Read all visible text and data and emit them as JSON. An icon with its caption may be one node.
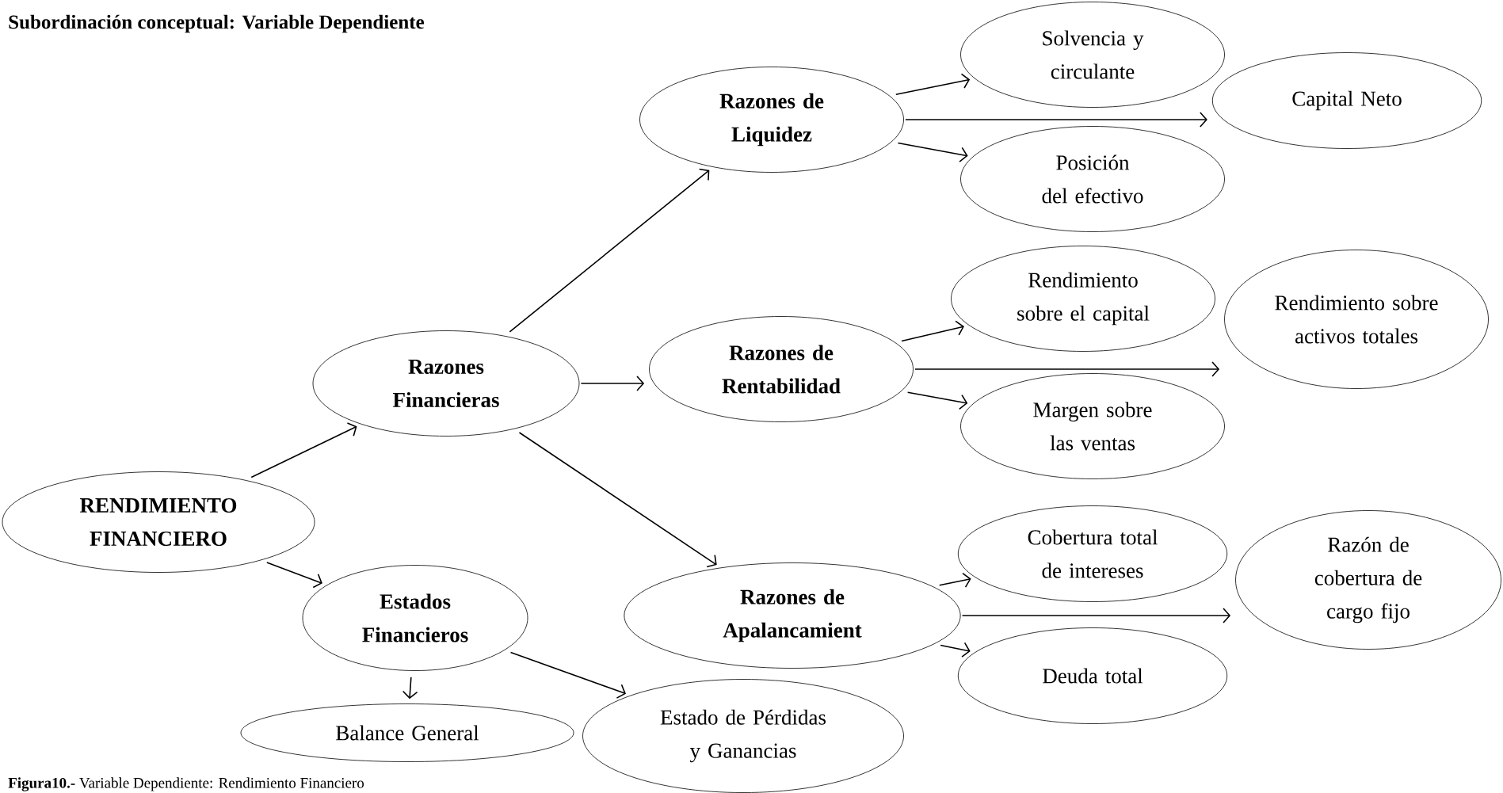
{
  "diagram": {
    "title": "Subordinación conceptual: Variable Dependiente",
    "caption": "**Figura10.-** Variable Dependiente: Rendimiento Financiero",
    "nodes": [
      {
        "text": [
          "RENDIMIENTO FINANCIERO"
        ]
      },
      {
        "text": [
          "Razones Financieras"
        ]
      },
      {
        "text": [
          "Estados Financieros"
        ]
      },
      {
        "text": [
          "Balance General"
        ]
      },
      {
        "text": [
          "Estado de Pérdidas y Ganancias"
        ]
      },
      {
        "text": [
          "Razones de Liquidez"
        ]
      },
      {
        "text": [
          "Razones de Rentabilidad"
        ]
      },
      {
        "text": [
          "Razones de Apalancamient"
        ]
      },
      {
        "text": [
          "Solvencia y circulante"
        ]
      },
      {
        "text": [
          "Capital Neto"
        ]
      },
      {
        "text": [
          "Posición del efectivo"
        ]
      },
      {
        "text": [
          "Rendimiento sobre el capital"
        ]
      },
      {
        "text": [
          "Rendimiento sobre activos totales"
        ]
      },
      {
        "text": [
          "Margen sobre las ventas"
        ]
      },
      {
        "text": [
          "Cobertura total de intereses"
        ]
      },
      {
        "text": [
          "Razón de cobertura de cargo fijo"
        ]
      },
      {
        "text": [
          "Deuda total"
        ]
      }
    ],
    "edges": [
      {
        "from": 0,
        "to": 1,
        "arrow": "to"
      },
      {
        "from": 0,
        "to": 2,
        "arrow": "to"
      },
      {
        "from": 1,
        "to": 5,
        "arrow": "to"
      },
      {
        "from": 1,
        "to": 6,
        "arrow": "to"
      },
      {
        "from": 1,
        "to": 7,
        "arrow": "to"
      },
      {
        "from": 2,
        "to": 3,
        "arrow": "to"
      },
      {
        "from": 2,
        "to": 4,
        "arrow": "to"
      },
      {
        "from": 5,
        "to": 8,
        "arrow": "to"
      },
      {
        "from": 5,
        "to": 9,
        "arrow": "to"
      },
      {
        "from": 5,
        "to": 10,
        "arrow": "to"
      },
      {
        "from": 6,
        "to": 11,
        "arrow": "to"
      },
      {
        "from": 6,
        "to": 12,
        "arrow": "to"
      },
      {
        "from": 6,
        "to": 13,
        "arrow": "to"
      },
      {
        "from": 7,
        "to": 14,
        "arrow": "to"
      },
      {
        "from": 7,
        "to": 15,
        "arrow": "to"
      },
      {
        "from": 7,
        "to": 16,
        "arrow": "to"
      }
    ]
  }
}
